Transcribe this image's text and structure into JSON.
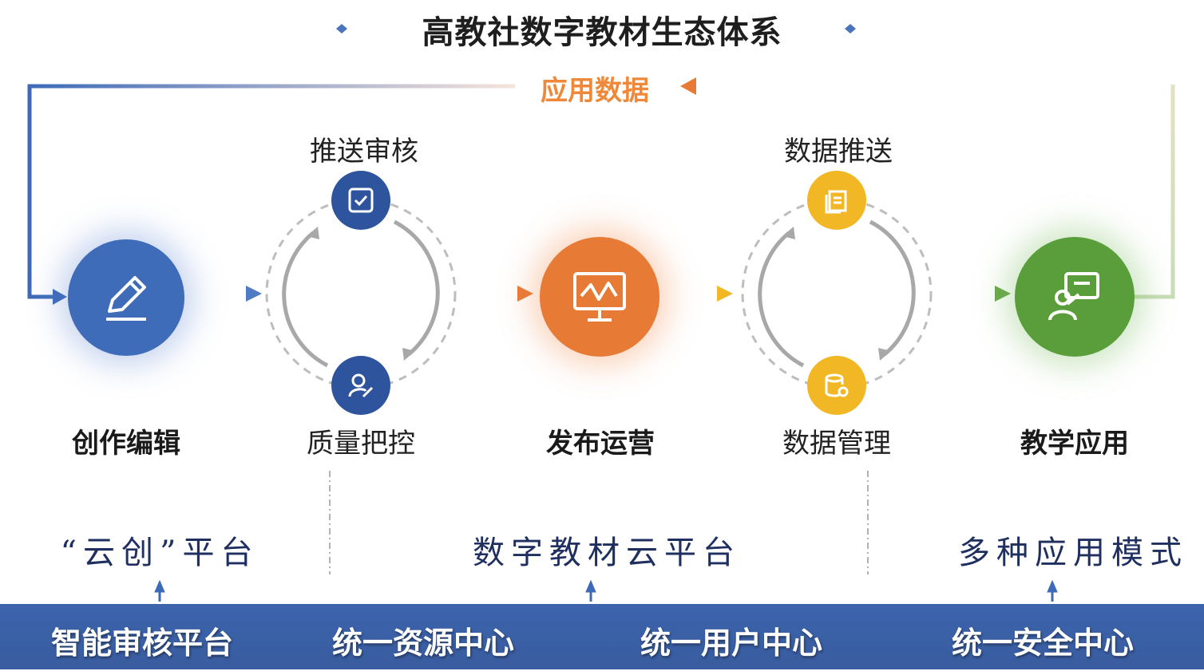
{
  "title": "高教社数字教材生态体系",
  "feedback_label": "应用数据",
  "stages": [
    {
      "label": "创作编辑",
      "icon": "pencil-icon",
      "color": "#3f6cb8"
    },
    {
      "label": "发布运营",
      "icon": "monitor-chart-icon",
      "color": "#e77a35"
    },
    {
      "label": "教学应用",
      "icon": "teacher-board-icon",
      "color": "#5a9e3c"
    }
  ],
  "cycles": [
    {
      "top_label": "推送审核",
      "bottom_label": "质量把控",
      "color": "#2f549e"
    },
    {
      "top_label": "数据推送",
      "bottom_label": "数据管理",
      "color": "#f2b724"
    }
  ],
  "platforms": [
    "“云创”平台",
    "数字教材云平台",
    "多种应用模式"
  ],
  "foundation": [
    "智能审核平台",
    "统一资源中心",
    "统一用户中心",
    "统一安全中心"
  ]
}
